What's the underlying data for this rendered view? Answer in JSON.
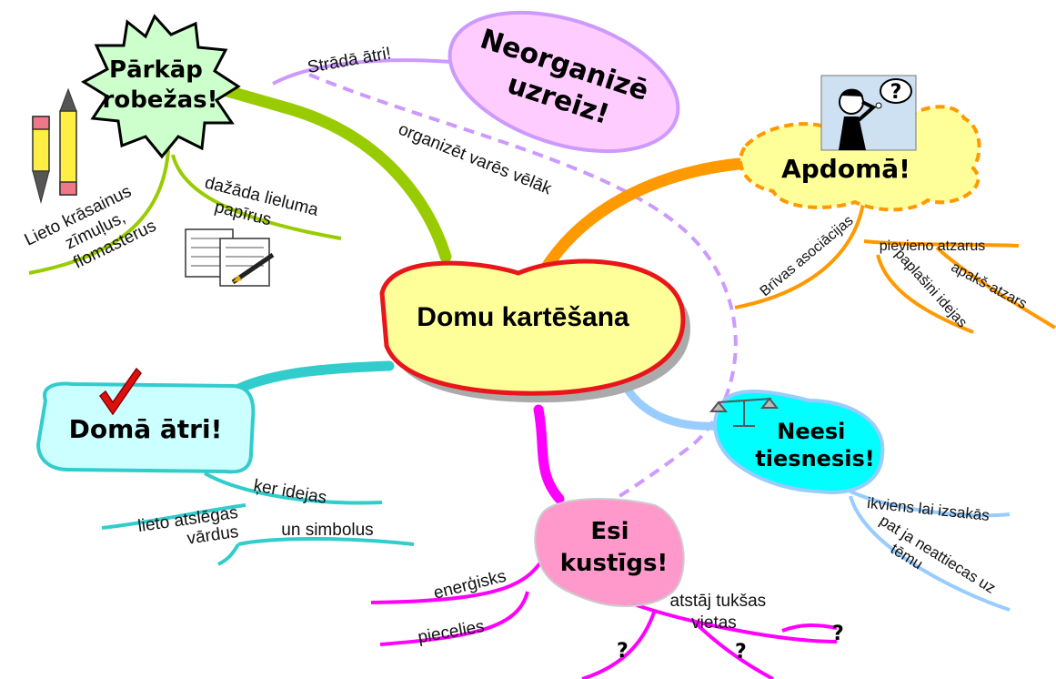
{
  "center": {
    "label": "Domu kartēšana"
  },
  "branches": {
    "parkap": {
      "title_lines": [
        "Pārkāp",
        "robežas!"
      ],
      "sub_a_lines": [
        "Lieto krāsainus",
        "zīmuļus,",
        "flomasterus"
      ],
      "sub_b_lines": [
        "dažāda lieluma",
        "papīrus"
      ],
      "icons": [
        "pencils-icon",
        "documents-icon"
      ]
    },
    "neorganize": {
      "title_lines": [
        "Neorganizē",
        "uzreiz!"
      ],
      "sub_a": "Strādā ātri!",
      "sub_b": "organizēt varēs vēlāk"
    },
    "apdoma": {
      "title": "Apdomā!",
      "sub_a": "Brīvas asociācijas",
      "sub_b": "pievieno atzarus",
      "sub_c": "apakš-atzars",
      "sub_d": "paplašini idejas",
      "icons": [
        "thinking-person-icon"
      ]
    },
    "doma_atri": {
      "title": "Domā ātri!",
      "sub_a": "ķer idejas",
      "sub_b_lines": [
        "lieto atslēgas",
        "vārdus"
      ],
      "sub_c": "un simbolus",
      "icons": [
        "checkmark-icon"
      ]
    },
    "neesi": {
      "title_lines": [
        "Neesi",
        "tiesnesis!"
      ],
      "sub_a": "ikviens lai izsakās",
      "sub_b_lines": [
        "pat ja neattiecas uz",
        "tēmu"
      ],
      "icons": [
        "scales-icon"
      ]
    },
    "esi": {
      "title_lines": [
        "Esi",
        "kustīgs!"
      ],
      "sub_a": "enerģisks",
      "sub_b": "piecelies",
      "sub_c_lines": [
        "atstāj tukšas",
        "vietas"
      ],
      "marks": [
        "?",
        "?",
        "?"
      ]
    }
  },
  "colors": {
    "center_fill": "#ffff99",
    "center_stroke": "#e8161b",
    "green": "#99cc00",
    "lilac": "#cc99ff",
    "orange": "#ff9900",
    "teal": "#33cccc",
    "sky": "#99ccff",
    "magenta": "#ff00ff",
    "pink": "#ff99cc",
    "cyan": "#00ffff"
  }
}
